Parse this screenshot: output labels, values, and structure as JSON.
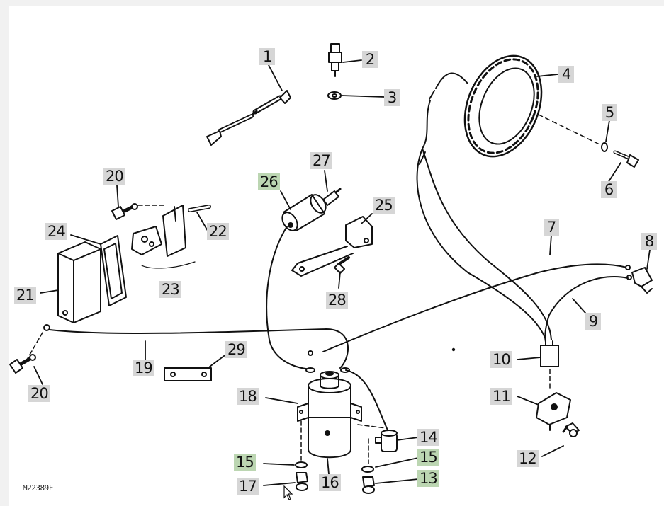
{
  "drawing_id": "M22389F",
  "callouts": [
    {
      "id": "c1",
      "text": "1",
      "highlight": false
    },
    {
      "id": "c2",
      "text": "2",
      "highlight": false
    },
    {
      "id": "c3",
      "text": "3",
      "highlight": false
    },
    {
      "id": "c4",
      "text": "4",
      "highlight": false
    },
    {
      "id": "c5",
      "text": "5",
      "highlight": false
    },
    {
      "id": "c6",
      "text": "6",
      "highlight": false
    },
    {
      "id": "c7",
      "text": "7",
      "highlight": false
    },
    {
      "id": "c8",
      "text": "8",
      "highlight": false
    },
    {
      "id": "c9",
      "text": "9",
      "highlight": false
    },
    {
      "id": "c10",
      "text": "10",
      "highlight": false
    },
    {
      "id": "c11",
      "text": "11",
      "highlight": false
    },
    {
      "id": "c12",
      "text": "12",
      "highlight": false
    },
    {
      "id": "c13",
      "text": "13",
      "highlight": true
    },
    {
      "id": "c14",
      "text": "14",
      "highlight": false
    },
    {
      "id": "c15a",
      "text": "15",
      "highlight": true
    },
    {
      "id": "c15b",
      "text": "15",
      "highlight": true
    },
    {
      "id": "c16",
      "text": "16",
      "highlight": false
    },
    {
      "id": "c17",
      "text": "17",
      "highlight": false
    },
    {
      "id": "c18",
      "text": "18",
      "highlight": false
    },
    {
      "id": "c19",
      "text": "19",
      "highlight": false
    },
    {
      "id": "c20a",
      "text": "20",
      "highlight": false
    },
    {
      "id": "c20b",
      "text": "20",
      "highlight": false
    },
    {
      "id": "c21",
      "text": "21",
      "highlight": false
    },
    {
      "id": "c22",
      "text": "22",
      "highlight": false
    },
    {
      "id": "c23",
      "text": "23",
      "highlight": false
    },
    {
      "id": "c24",
      "text": "24",
      "highlight": false
    },
    {
      "id": "c25",
      "text": "25",
      "highlight": false
    },
    {
      "id": "c26",
      "text": "26",
      "highlight": true
    },
    {
      "id": "c27",
      "text": "27",
      "highlight": false
    },
    {
      "id": "c28",
      "text": "28",
      "highlight": false
    },
    {
      "id": "c29",
      "text": "29",
      "highlight": false
    }
  ],
  "colors": {
    "highlight": "#bcd6b2",
    "label_bg": "#d6d6d6",
    "line": "#111111"
  }
}
